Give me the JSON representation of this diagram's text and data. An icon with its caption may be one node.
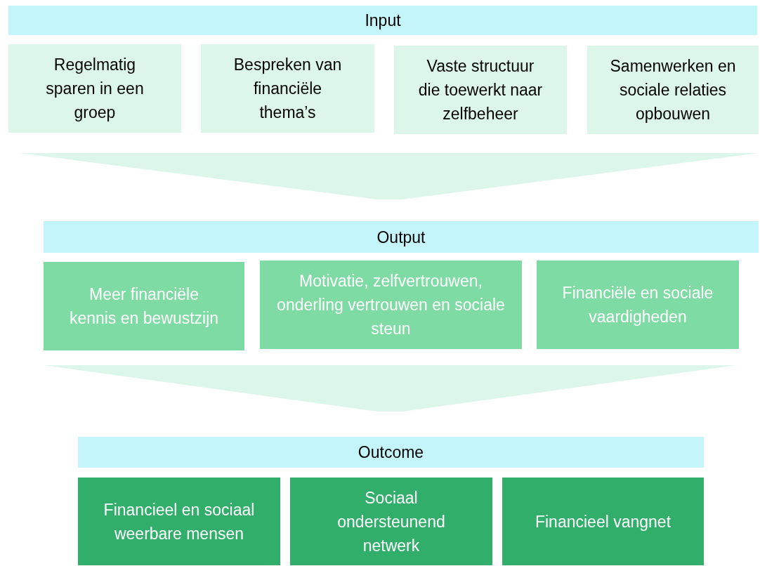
{
  "diagram": {
    "nodes": [
      {
        "text": [
          "Input"
        ]
      },
      {
        "text": [
          "Regelmatig sparen in een groep"
        ]
      },
      {
        "text": [
          "Bespreken van financiële thema’s"
        ]
      },
      {
        "text": [
          "Vaste structuur die toewerkt naar zelfbeheer"
        ]
      },
      {
        "text": [
          "Samenwerken en sociale relaties opbouwen"
        ]
      },
      {
        "text": [],
        "shape": "funnel"
      },
      {
        "text": [
          "Output"
        ]
      },
      {
        "text": [
          "Meer financiële kennis en bewustzijn"
        ]
      },
      {
        "text": [
          "Motivatie, zelfvertrouwen, onderling vertrouwen en sociale steun"
        ]
      },
      {
        "text": [
          "Financiële en sociale vaardigheden"
        ]
      },
      {
        "text": [],
        "shape": "funnel"
      },
      {
        "text": [
          "Outcome"
        ]
      },
      {
        "text": [
          "Financieel en sociaal weerbare mensen"
        ]
      },
      {
        "text": [
          "Sociaal ondersteunend netwerk"
        ]
      },
      {
        "text": [
          "Financieel vangnet"
        ]
      }
    ]
  }
}
